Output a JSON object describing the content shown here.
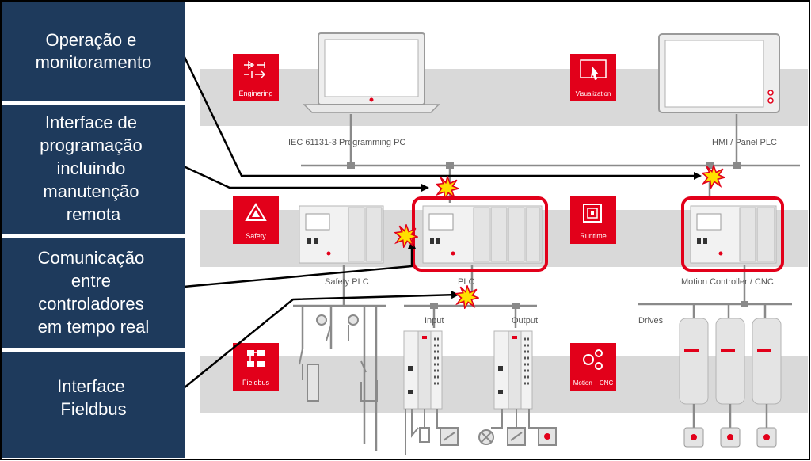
{
  "annotations": [
    {
      "lines": [
        "Operação e",
        "monitoramento"
      ]
    },
    {
      "lines": [
        "Interface de",
        "programação",
        "incluindo",
        "manutenção",
        "remota"
      ]
    },
    {
      "lines": [
        "Comunicação",
        "entre",
        "controladores",
        "em tempo real"
      ]
    },
    {
      "lines": [
        "Interface",
        "Fieldbus"
      ]
    }
  ],
  "categories": {
    "engineering": "Enginering",
    "visualization": "Visualization",
    "safety": "Safety",
    "runtime": "Runtime",
    "fieldbus": "Fieldbus",
    "motion": "Motion + CNC"
  },
  "devices": {
    "programming_pc": "IEC 61131-3 Programming PC",
    "hmi": "HMI / Panel PLC",
    "safety_plc": "Safety PLC",
    "plc": "PLC",
    "motion_controller": "Motion Controller / CNC",
    "input": "Input",
    "output": "Output",
    "drives": "Drives"
  },
  "colors": {
    "annotation_box": "#1e3a5c",
    "brand_red": "#e2001a",
    "band_gray": "#d9d9d9",
    "attack_burst": "#ffe000"
  }
}
